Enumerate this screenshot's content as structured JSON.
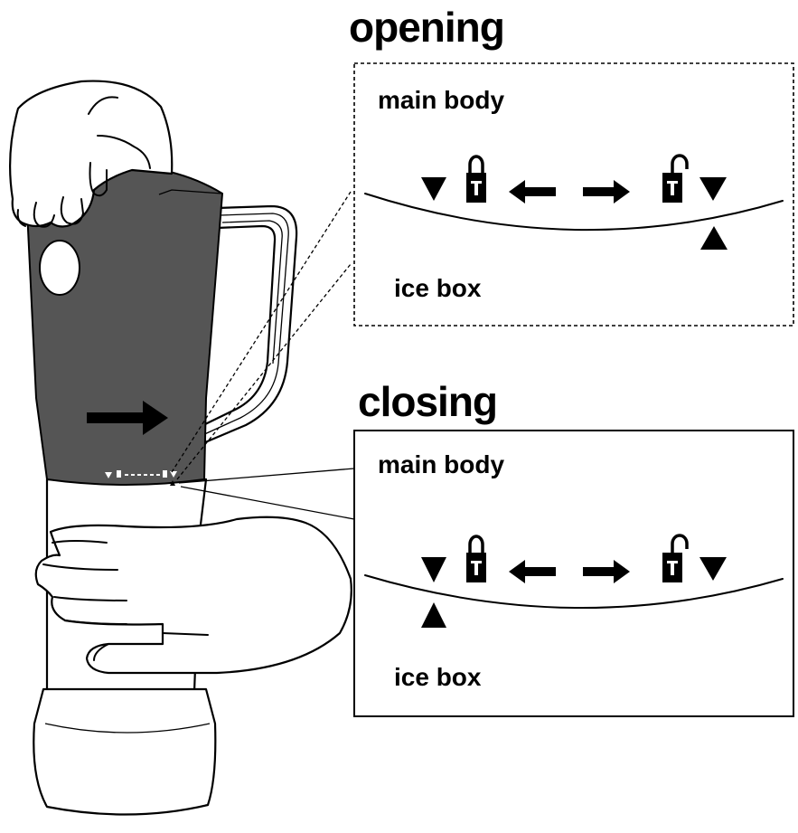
{
  "opening": {
    "heading": "opening",
    "upper_label": "main body",
    "lower_label": "ice box"
  },
  "closing": {
    "heading": "closing",
    "upper_label": "main body",
    "lower_label": "ice box"
  },
  "icons": [
    "triangle-marker-icon",
    "locked-padlock-icon",
    "double-arrow-icon",
    "unlocked-padlock-icon",
    "rotation-arrow-icon",
    "hand-icon"
  ]
}
